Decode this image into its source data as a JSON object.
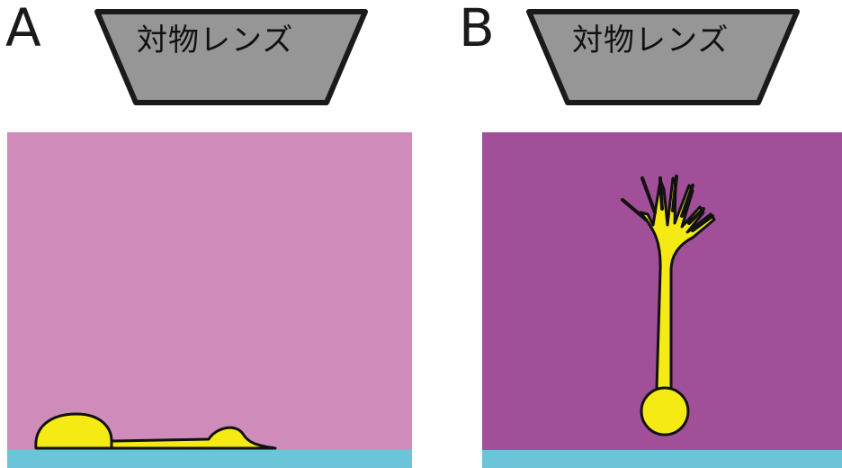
{
  "panels": [
    {
      "letter": "A",
      "objective_label": "対物レンズ"
    },
    {
      "letter": "B",
      "objective_label": "対物レンズ"
    }
  ],
  "colors": {
    "objective_fill": "#969696",
    "objective_stroke": "#1a1a1a",
    "medium_a": "#cf8cbb",
    "medium_b": "#a04f98",
    "substrate": "#6cc4d8",
    "cell": "#f5ea14",
    "cell_outline": "#111111"
  }
}
